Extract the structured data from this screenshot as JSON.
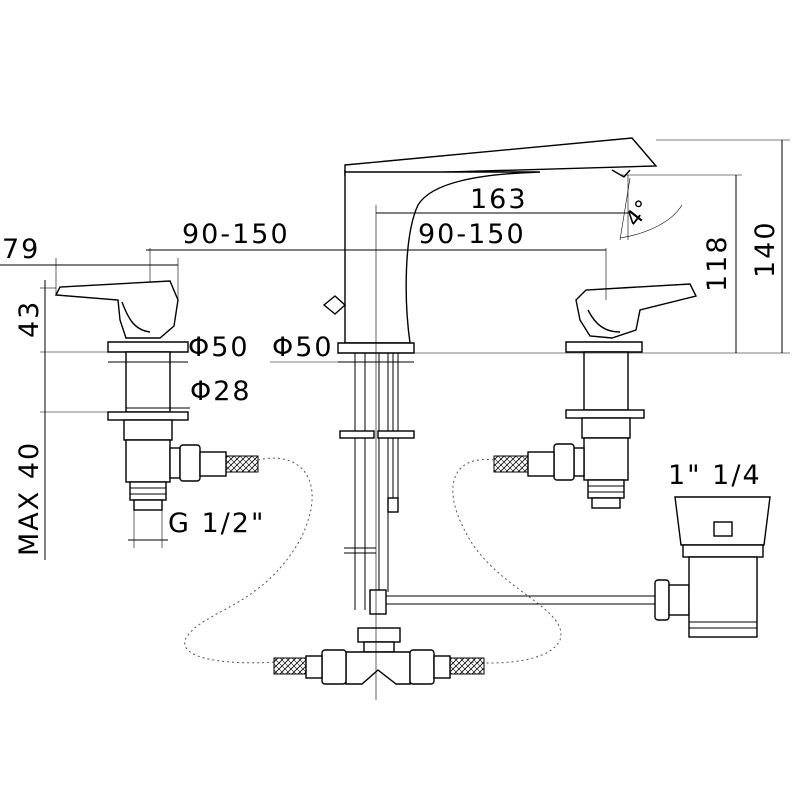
{
  "dimensions": {
    "spout_reach": "163",
    "spread_left": "90-150",
    "spread_right": "90-150",
    "handle_width": "79",
    "handle_height": "43",
    "flange_left": "Φ50",
    "flange_center": "Φ50",
    "shank_diameter": "Φ28",
    "max_thickness": "MAX 40",
    "connection": "G 1/2\"",
    "angle": "4°",
    "outlet_height": "118",
    "total_height": "140",
    "drain_size": "1\" 1/4"
  }
}
